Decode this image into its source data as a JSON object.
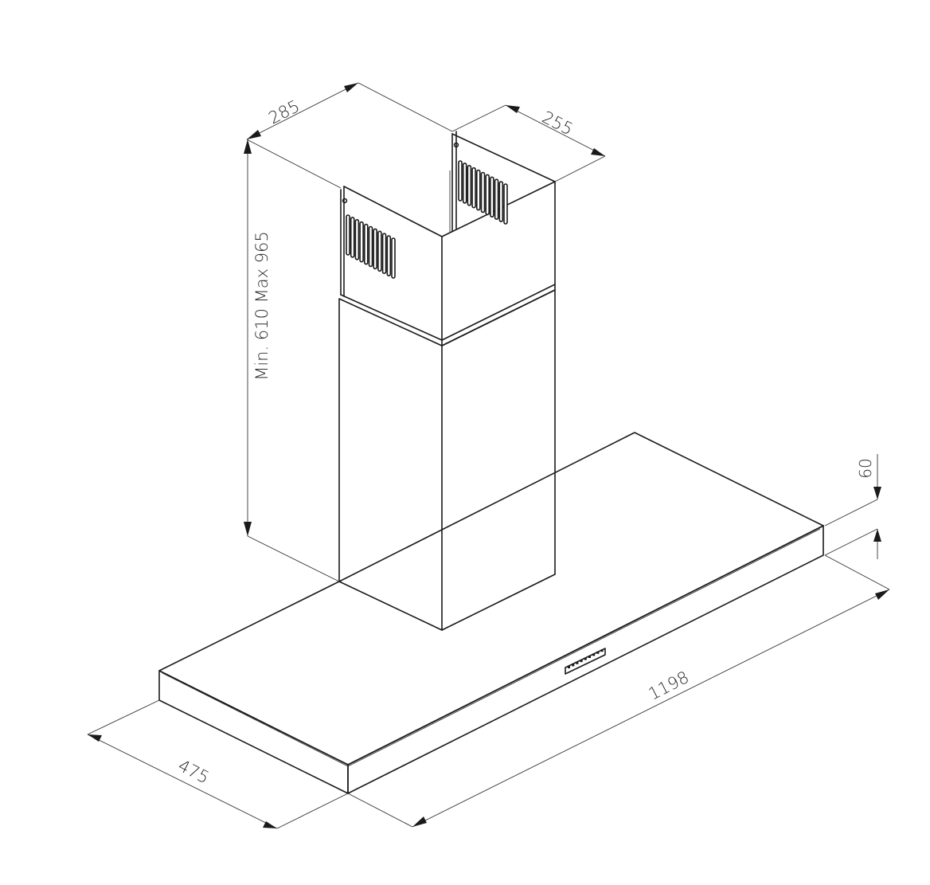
{
  "dimensions": {
    "chimney_width": "285",
    "chimney_depth": "255",
    "height": "Min. 610 Max 965",
    "canopy_thickness": "60",
    "canopy_width": "1198",
    "canopy_depth": "475"
  },
  "colors": {
    "line": "#1a1a1a",
    "background": "#ffffff"
  }
}
